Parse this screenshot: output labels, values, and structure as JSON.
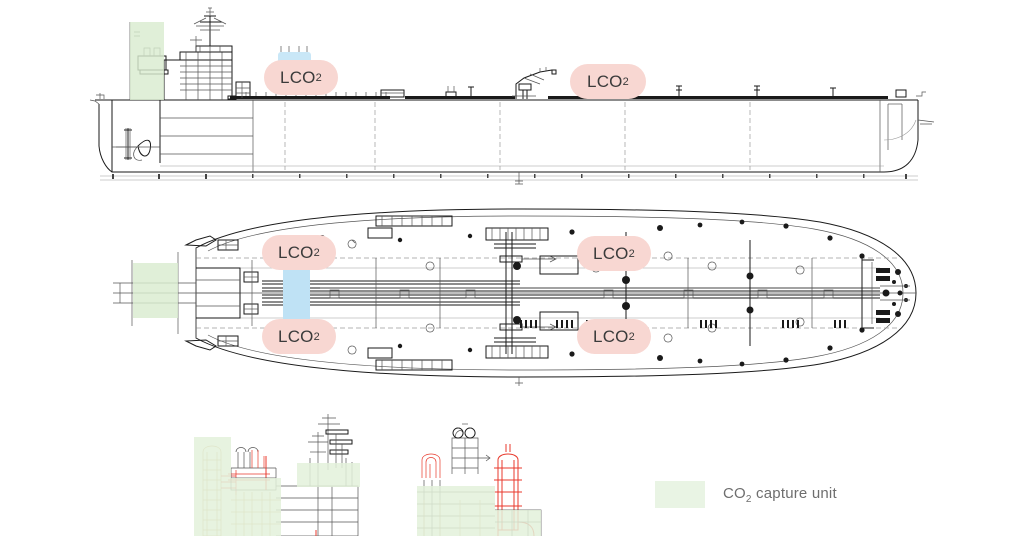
{
  "figure": {
    "title": "CO2 capture unit retrofit layout on oil/product tanker",
    "views": [
      {
        "id": "profile",
        "name": "Side profile / elevation view of vessel"
      },
      {
        "id": "plan",
        "name": "Deck plan / top view of vessel"
      },
      {
        "id": "equipment",
        "name": "CO2 capture equipment arrangement detail drawings"
      }
    ]
  },
  "labels": {
    "lco2": "LCO",
    "lco2_sub": "2"
  },
  "annotations": {
    "profile_tanks": [
      {
        "id": "profile-lco2-aft",
        "text": "LCO",
        "sub": "2"
      },
      {
        "id": "profile-lco2-mid",
        "text": "LCO",
        "sub": "2"
      }
    ],
    "plan_tanks": [
      {
        "id": "plan-lco2-port-aft",
        "text": "LCO",
        "sub": "2"
      },
      {
        "id": "plan-lco2-port-fwd",
        "text": "LCO",
        "sub": "2"
      },
      {
        "id": "plan-lco2-stbd-aft",
        "text": "LCO",
        "sub": "2"
      },
      {
        "id": "plan-lco2-stbd-fwd",
        "text": "LCO",
        "sub": "2"
      }
    ]
  },
  "legend": {
    "items": [
      {
        "swatch_color": "#e9f4e4",
        "label_main": "CO",
        "label_sub": "2",
        "label_rest": " capture unit"
      }
    ]
  },
  "colors": {
    "capture_unit_green": "#d9ecd0",
    "legend_swatch_green": "#e9f4e4",
    "lco2_pill_pink": "#f8d7d2",
    "lco2_text": "#3b3b3b",
    "tank_blue": "#bfe2f5",
    "piping_red": "#e8392c",
    "drawing_line": "#1a1a1a",
    "background": "#ffffff"
  }
}
